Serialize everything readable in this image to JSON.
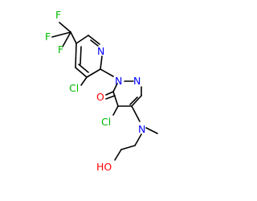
{
  "structure": {
    "atoms": {
      "f_top": "F",
      "f_left": "F",
      "f_mid": "F",
      "n_pyridine": "N",
      "cl_pyridine": "Cl",
      "n_pyridazinone_1": "N",
      "n_pyridazinone_2": "N",
      "o_carbonyl": "O",
      "cl_pyridazinone": "Cl",
      "n_amine": "N",
      "oh_label": "HO"
    },
    "colors": {
      "bond": "#000000",
      "fluorine": "#00bb00",
      "chlorine": "#00bb00",
      "nitrogen": "#0000ff",
      "oxygen": "#ff0000"
    }
  }
}
